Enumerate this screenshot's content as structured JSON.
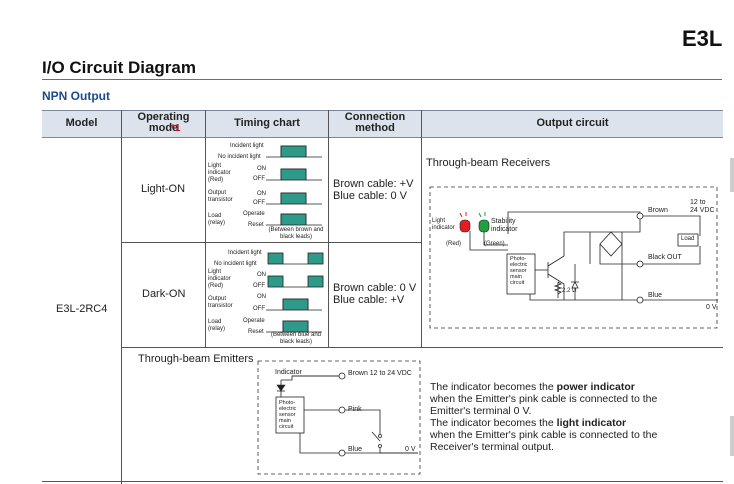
{
  "header": {
    "brand": "E3L",
    "title": "I/O Circuit Diagram",
    "subtitle": "NPN Output"
  },
  "table": {
    "columns": {
      "model": "Model",
      "operating_mode": "Operating mode",
      "operating_mode_note": "*1",
      "timing_chart": "Timing chart",
      "connection_method": "Connection method",
      "output_circuit": "Output circuit"
    },
    "model": "E3L-2RC4",
    "rows": [
      {
        "mode": "Light-ON",
        "connection_brown": "Brown cable: +V",
        "connection_blue": "Blue cable:  0 V",
        "timing_load_note": "(Between brown and black leads)"
      },
      {
        "mode": "Dark-ON",
        "connection_brown": "Brown cable: 0 V",
        "connection_blue": "Blue cable:   +V",
        "timing_load_note": "(Between blue and black leads)"
      }
    ],
    "timing_labels": {
      "incident": "Incident light",
      "no_incident": "No incident light",
      "light_indicator_1": "Light",
      "light_indicator_2": "indicator",
      "light_indicator_3": "(Red)",
      "on": "ON",
      "off": "OFF",
      "output_1": "Output",
      "output_2": "transistor",
      "load_1": "Load",
      "load_2": "(relay)",
      "operate": "Operate",
      "reset": "Reset"
    }
  },
  "receiver": {
    "title": "Through-beam Receivers",
    "light_indicator_1": "Light",
    "light_indicator_2": "indicator",
    "red": "(Red)",
    "stability_1": "Stability",
    "stability_2": "indicator",
    "green": "(Green)",
    "main_circuit_1": "Photo-",
    "main_circuit_2": "electric",
    "main_circuit_3": "sensor",
    "main_circuit_4": "main",
    "main_circuit_5": "circuit",
    "resistor": "2.2 Ω",
    "brown": "Brown",
    "voltage_1": "12 to",
    "voltage_2": "24 VDC",
    "load": "Load",
    "black_out": "Black OUT",
    "blue": "Blue",
    "zero_v": "0 V"
  },
  "emitter": {
    "title": "Through-beam Emitters",
    "indicator": "Indicator",
    "main_circuit_1": "Photo-",
    "main_circuit_2": "electric",
    "main_circuit_3": "sensor",
    "main_circuit_4": "main",
    "main_circuit_5": "circuit",
    "brown": "Brown  12 to 24 VDC",
    "pink": "Pink",
    "blue": "Blue",
    "zero_v": "0 V",
    "note_1a": "The indicator becomes the ",
    "note_1b": "power indicator",
    "note_2": "when the Emitter's pink cable is connected to the",
    "note_3": "Emitter's terminal 0 V.",
    "note_4a": "The indicator becomes the ",
    "note_4b": "light indicator",
    "note_5": "when the Emitter's pink cable is connected to the",
    "note_6": "Receiver's terminal output."
  },
  "colors": {
    "header_bg": "#dde3ec",
    "accent_blue": "#1d4a8a",
    "timing_green": "#2e9a8a",
    "red_led": "#e02020",
    "green_led": "#20a040"
  }
}
